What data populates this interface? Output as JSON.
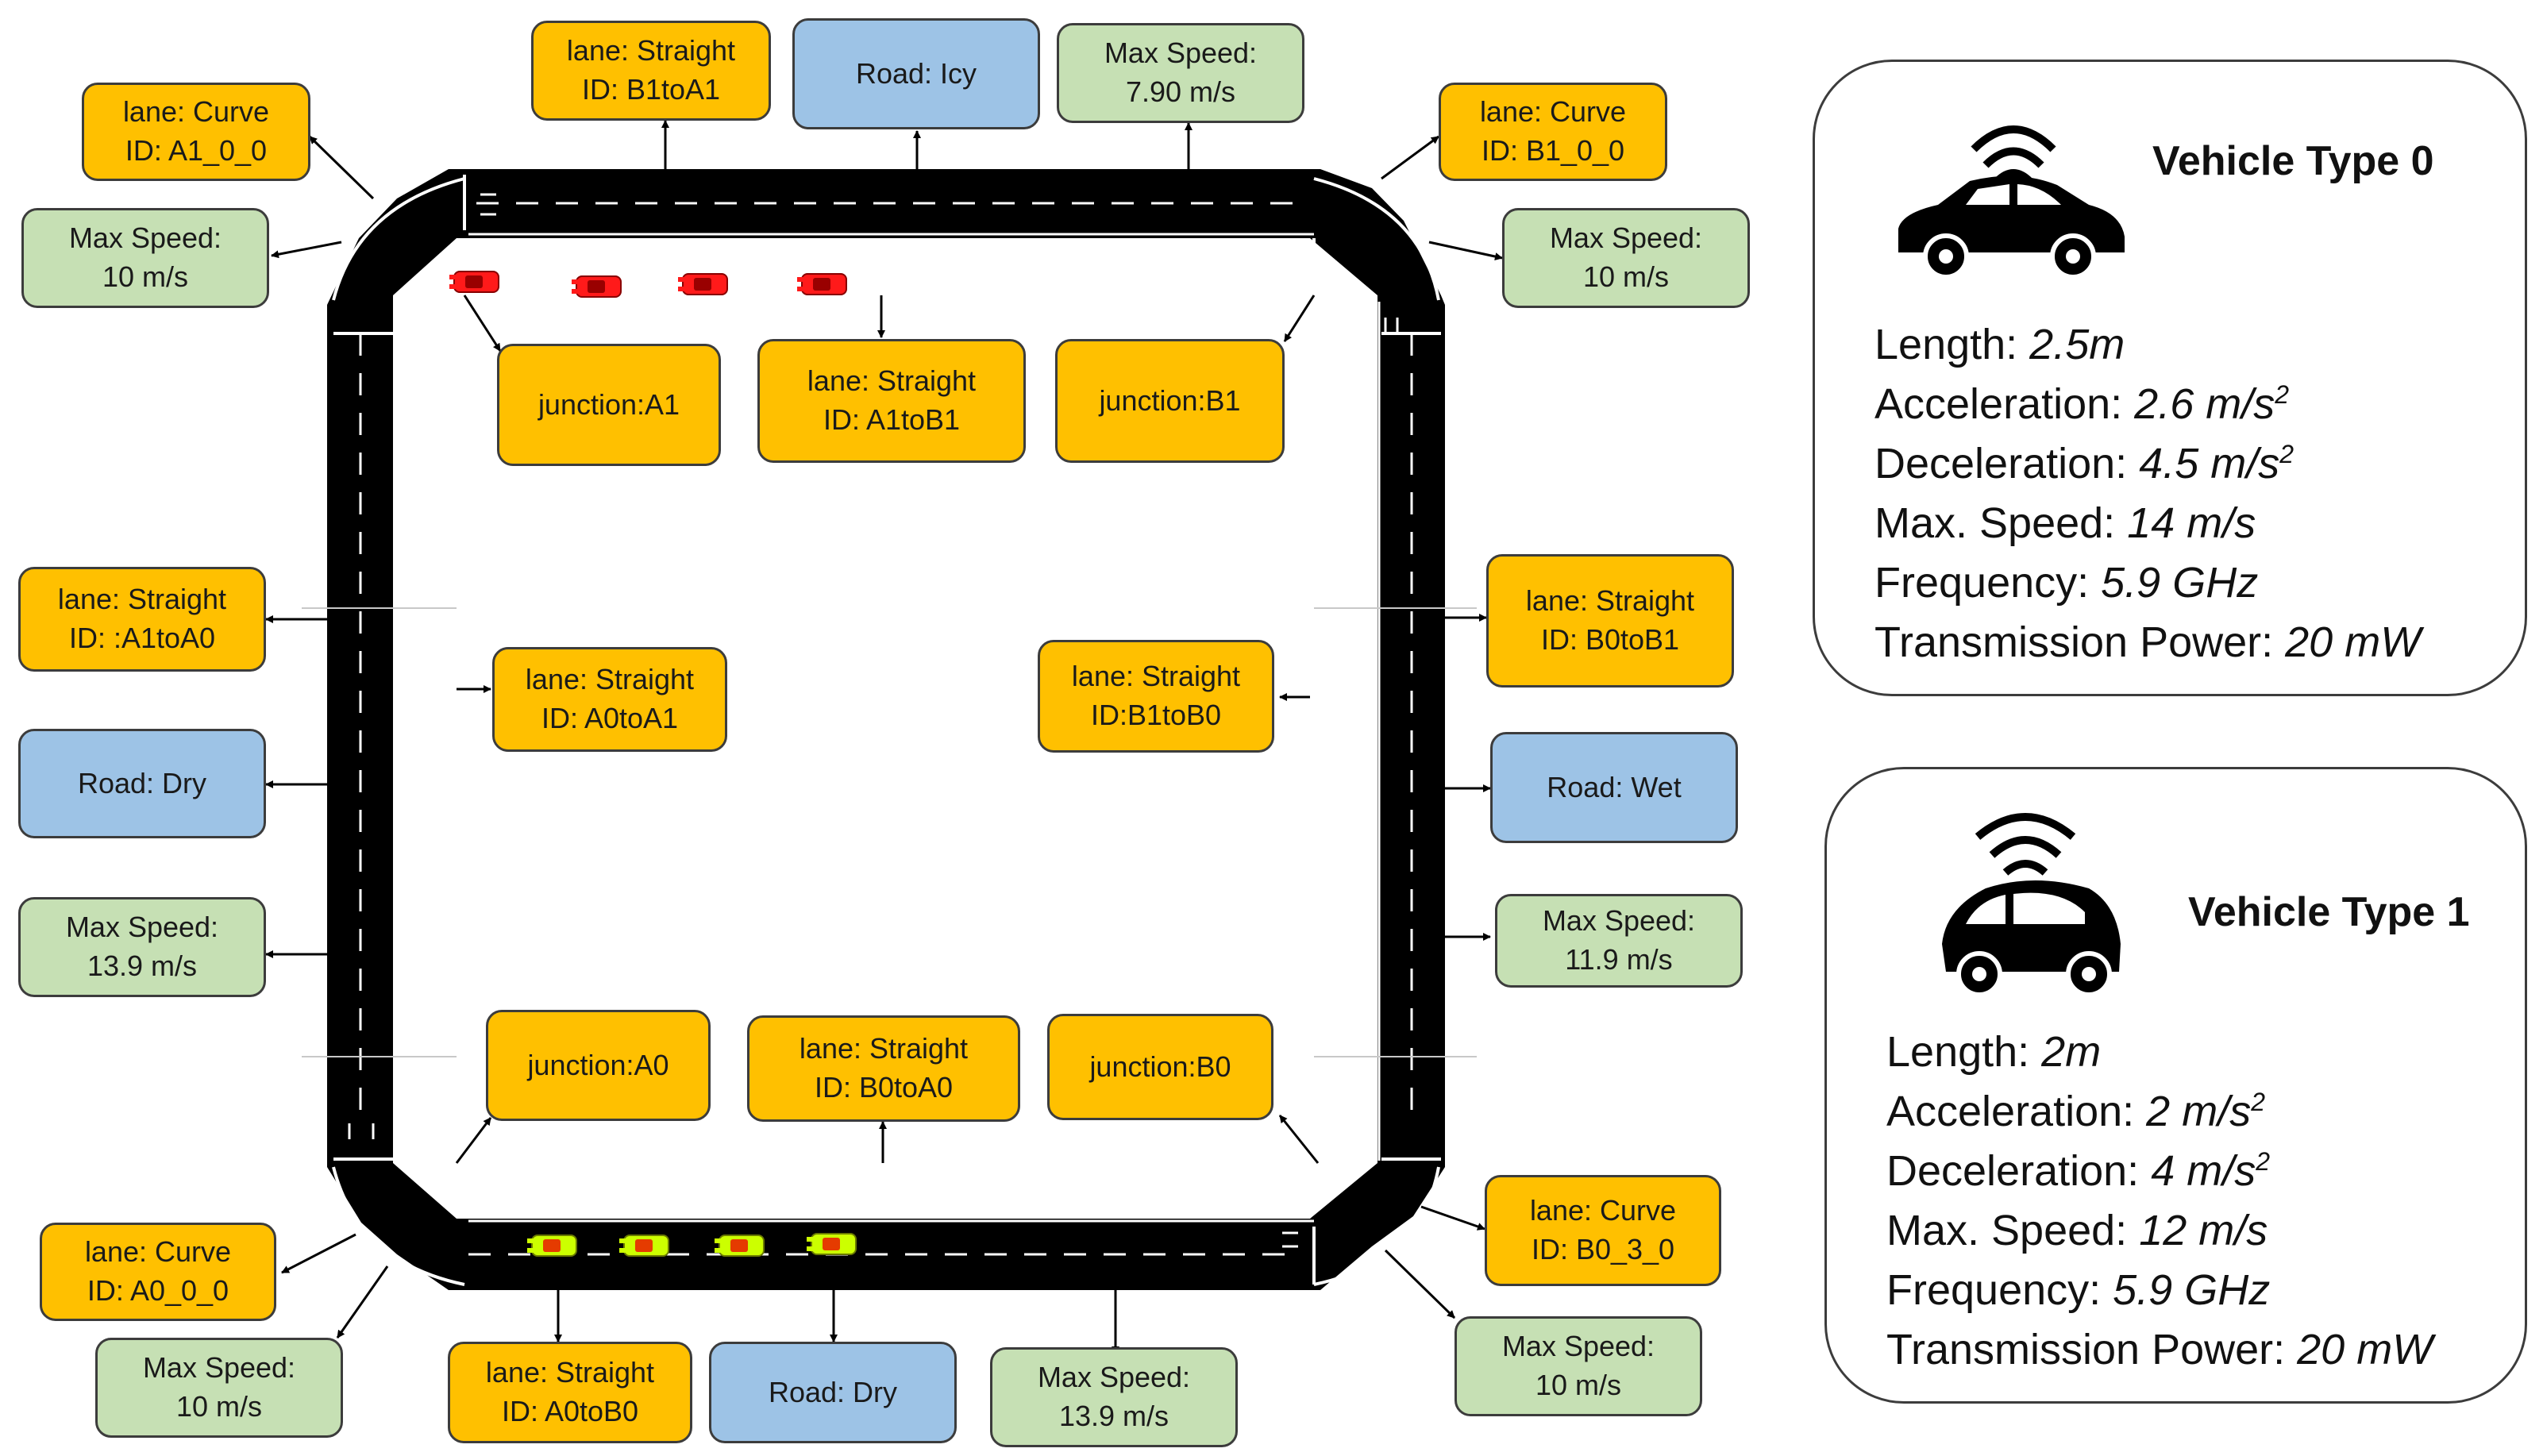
{
  "colors": {
    "lane": "#ffc000",
    "speed": "#c6e0b4",
    "road": "#9dc3e6",
    "asphalt": "#000000",
    "vehicle_type0": "#ff0000",
    "vehicle_type1": "#ccff00"
  },
  "labels": {
    "lane_a1_0_0": {
      "line1": "lane: Curve",
      "line2": "ID: A1_0_0"
    },
    "lane_b1toa1": {
      "line1": "lane: Straight",
      "line2": "ID: B1toA1"
    },
    "road_top": {
      "line1": "Road: Icy"
    },
    "speed_top": {
      "line1": "Max Speed:",
      "line2": "7.90 m/s"
    },
    "lane_b1_0_0": {
      "line1": "lane: Curve",
      "line2": "ID: B1_0_0"
    },
    "speed_top_left": {
      "line1": "Max Speed:",
      "line2": "10 m/s"
    },
    "speed_top_right": {
      "line1": "Max Speed:",
      "line2": "10 m/s"
    },
    "junction_a1": {
      "line1": "junction:A1"
    },
    "lane_a1tob1": {
      "line1": "lane: Straight",
      "line2": "ID: A1toB1"
    },
    "junction_b1": {
      "line1": "junction:B1"
    },
    "lane_a1toa0_left": {
      "line1": "lane: Straight",
      "line2": "ID: :A1toA0"
    },
    "lane_a0toa1": {
      "line1": "lane: Straight",
      "line2": "ID: A0toA1"
    },
    "road_left": {
      "line1": "Road: Dry"
    },
    "speed_left": {
      "line1": "Max Speed:",
      "line2": "13.9 m/s"
    },
    "lane_b0tob1": {
      "line1": "lane: Straight",
      "line2": "ID: B0toB1"
    },
    "lane_b1tob0": {
      "line1": "lane: Straight",
      "line2": "ID:B1toB0"
    },
    "road_right": {
      "line1": "Road: Wet"
    },
    "speed_right": {
      "line1": "Max Speed:",
      "line2": "11.9 m/s"
    },
    "junction_a0": {
      "line1": "junction:A0"
    },
    "lane_b0toa0": {
      "line1": "lane: Straight",
      "line2": "ID: B0toA0"
    },
    "junction_b0": {
      "line1": "junction:B0"
    },
    "lane_a0_0_0": {
      "line1": "lane: Curve",
      "line2": "ID: A0_0_0"
    },
    "speed_bottom_left": {
      "line1": "Max Speed:",
      "line2": "10 m/s"
    },
    "lane_a0tob0": {
      "line1": "lane: Straight",
      "line2": "ID: A0toB0"
    },
    "road_bottom": {
      "line1": "Road: Dry"
    },
    "speed_bottom": {
      "line1": "Max Speed:",
      "line2": "13.9 m/s"
    },
    "lane_b0_3_0": {
      "line1": "lane: Curve",
      "line2": "ID: B0_3_0"
    },
    "speed_bottom_right": {
      "line1": "Max Speed:",
      "line2": "10 m/s"
    }
  },
  "vehicle_types": [
    {
      "title": "Vehicle Type 0",
      "icon": "sedan-car-wifi-icon",
      "specs": [
        {
          "label": "Length: ",
          "value": "2.5m",
          "sup": ""
        },
        {
          "label": "Acceleration: ",
          "value": "2.6 m/s",
          "sup": "2"
        },
        {
          "label": "Deceleration: ",
          "value": "4.5 m/s",
          "sup": "2"
        },
        {
          "label": "Max. Speed: ",
          "value": "14 m/s",
          "sup": ""
        },
        {
          "label": "Frequency: ",
          "value": "5.9 GHz",
          "sup": ""
        },
        {
          "label": "Transmission Power: ",
          "value": "20 mW",
          "sup": ""
        }
      ]
    },
    {
      "title": "Vehicle Type 1",
      "icon": "smart-car-wifi-icon",
      "specs": [
        {
          "label": "Length: ",
          "value": "2m",
          "sup": ""
        },
        {
          "label": "Acceleration: ",
          "value": "2 m/s",
          "sup": "2"
        },
        {
          "label": "Deceleration: ",
          "value": "4 m/s",
          "sup": "2"
        },
        {
          "label": "Max. Speed: ",
          "value": "12 m/s",
          "sup": ""
        },
        {
          "label": "Frequency: ",
          "value": "5.9 GHz",
          "sup": ""
        },
        {
          "label": "Transmission Power: ",
          "value": "20 mW",
          "sup": ""
        }
      ]
    }
  ]
}
